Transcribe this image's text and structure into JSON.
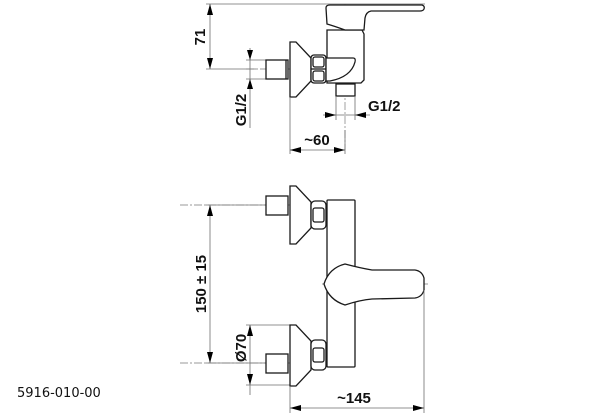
{
  "drawing": {
    "product_code": "5916-010-00",
    "side_view": {
      "dim_height": "71",
      "dim_inlet_thread": "G1/2",
      "dim_outlet_thread": "G1/2",
      "dim_depth": "~60"
    },
    "front_view": {
      "dim_spacing": "150 ± 15",
      "dim_rosette_diameter": "Ø70",
      "dim_width": "~145"
    }
  }
}
